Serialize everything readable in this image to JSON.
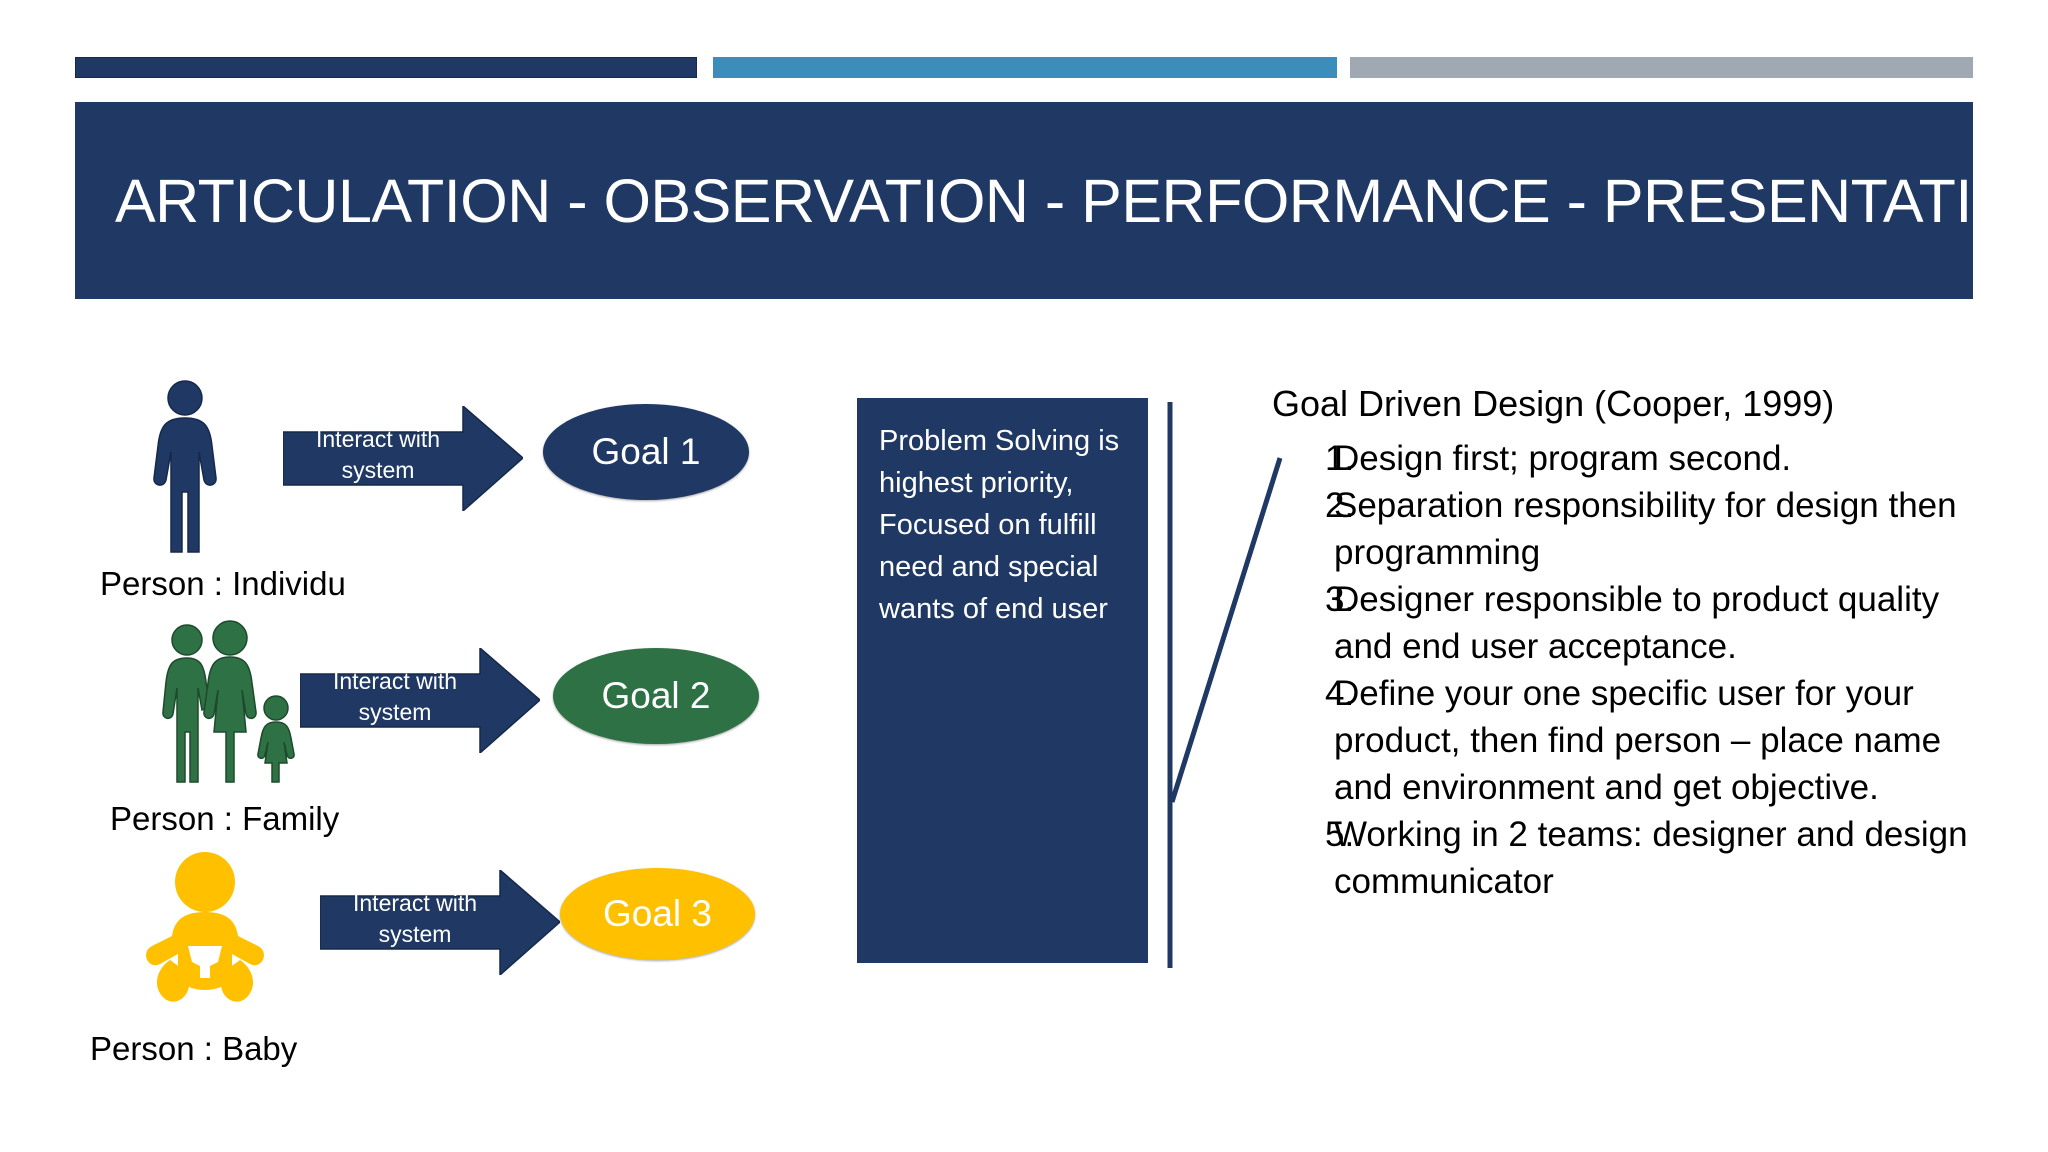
{
  "slide": {
    "title": "ARTICULATION - OBSERVATION - PERFORMANCE - PRESENTATIONS",
    "colors": {
      "navy": "#1F3864",
      "teal": "#3C8DBC",
      "gray": "#A0A8B4",
      "green": "#2E7144",
      "amber": "#FFC000",
      "text": "#000000",
      "white": "#FFFFFF"
    }
  },
  "flow": {
    "arrow_label": "Interact with system",
    "rows": [
      {
        "persona_icon": "person-single-icon",
        "persona_label": "Person : Individu",
        "arrow_label_line1": "Interact with",
        "arrow_label_line2": "system",
        "goal_label": "Goal 1",
        "goal_color": "#1F3864",
        "icon_color": "#1F3864"
      },
      {
        "persona_icon": "person-family-icon",
        "persona_label": "Person : Family",
        "arrow_label_line1": "Interact with",
        "arrow_label_line2": "system",
        "goal_label": "Goal 2",
        "goal_color": "#2E7144",
        "icon_color": "#2E7144"
      },
      {
        "persona_icon": "person-baby-icon",
        "persona_label": "Person : Baby",
        "arrow_label_line1": "Interact with",
        "arrow_label_line2": "system",
        "goal_label": "Goal 3",
        "goal_color": "#FFC000",
        "icon_color": "#FFC000"
      }
    ]
  },
  "note": {
    "text": "Problem Solving is highest priority, Focused on fulfill need and special wants of end user"
  },
  "goal_driven_design": {
    "heading": "Goal Driven Design (Cooper, 1999)",
    "items": [
      {
        "number": "1.",
        "text": "Design first; program second."
      },
      {
        "number": "2.",
        "text": "Separation responsibility for design then programming"
      },
      {
        "number": "3.",
        "text": "Designer responsible to product quality and end user acceptance."
      },
      {
        "number": "4.",
        "text": "Define your one specific user for your product, then find person – place name and environment and get objective."
      },
      {
        "number": "5.",
        "text": "Working in 2 teams: designer and design communicator"
      }
    ]
  }
}
